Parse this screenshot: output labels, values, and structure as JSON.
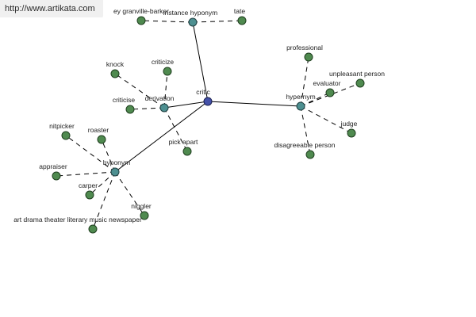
{
  "watermark": {
    "text": "http://www.artikata.com"
  },
  "colors": {
    "leaf_node": "#4f8a4f",
    "relation_node": "#4d8f90",
    "root_node": "#4451a8",
    "edge": "#000000",
    "background": "#ffffff"
  },
  "graph": {
    "root": {
      "id": "critic",
      "label": "critic"
    },
    "relations": [
      {
        "id": "derivation",
        "label": "derivation"
      },
      {
        "id": "hypernym",
        "label": "hypernym"
      },
      {
        "id": "hyponym",
        "label": "hyponym"
      },
      {
        "id": "instance-hyponym",
        "label": "instance hyponym"
      }
    ],
    "leaves": [
      {
        "id": "knock",
        "label": "knock",
        "parent": "derivation"
      },
      {
        "id": "criticize",
        "label": "criticize",
        "parent": "derivation"
      },
      {
        "id": "criticise",
        "label": "criticise",
        "parent": "derivation"
      },
      {
        "id": "pick-apart",
        "label": "pick apart",
        "parent": "derivation"
      },
      {
        "id": "professional",
        "label": "professional",
        "parent": "hypernym"
      },
      {
        "id": "unpleasant-person",
        "label": "unpleasant person",
        "parent": "hypernym"
      },
      {
        "id": "evaluator",
        "label": "evaluator",
        "parent": "hypernym"
      },
      {
        "id": "judge",
        "label": "judge",
        "parent": "hypernym"
      },
      {
        "id": "disagreeable-person",
        "label": "disagreeable person",
        "parent": "hypernym"
      },
      {
        "id": "nitpicker",
        "label": "nitpicker",
        "parent": "hyponym"
      },
      {
        "id": "roaster",
        "label": "roaster",
        "parent": "hyponym"
      },
      {
        "id": "appraiser",
        "label": "appraiser",
        "parent": "hyponym"
      },
      {
        "id": "carper",
        "label": "carper",
        "parent": "hyponym"
      },
      {
        "id": "niggler",
        "label": "niggler",
        "parent": "hyponym"
      },
      {
        "id": "art-drama-theater-literary-music-newspaper",
        "label": "art drama theater literary music newspaper",
        "parent": "hyponym"
      },
      {
        "id": "granville-barker",
        "label": "ey granville-barker",
        "parent": "instance-hyponym"
      },
      {
        "id": "tate",
        "label": "tate",
        "parent": "instance-hyponym"
      }
    ]
  }
}
